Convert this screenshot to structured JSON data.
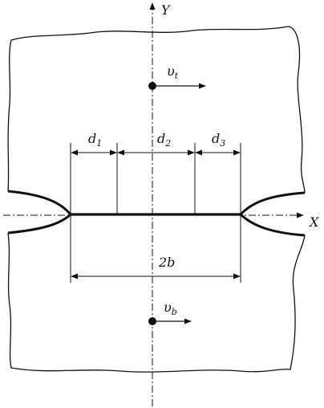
{
  "diagram": {
    "axes": {
      "y_label": "Y",
      "x_label": "X"
    },
    "dimensions": {
      "d1": {
        "base": "d",
        "sub": "1"
      },
      "d2": {
        "base": "d",
        "sub": "2"
      },
      "d3": {
        "base": "d",
        "sub": "3"
      },
      "width_label": "2b"
    },
    "velocities": {
      "top": {
        "symbol": "υ",
        "sub": "t"
      },
      "bottom": {
        "symbol": "υ",
        "sub": "b"
      }
    }
  }
}
